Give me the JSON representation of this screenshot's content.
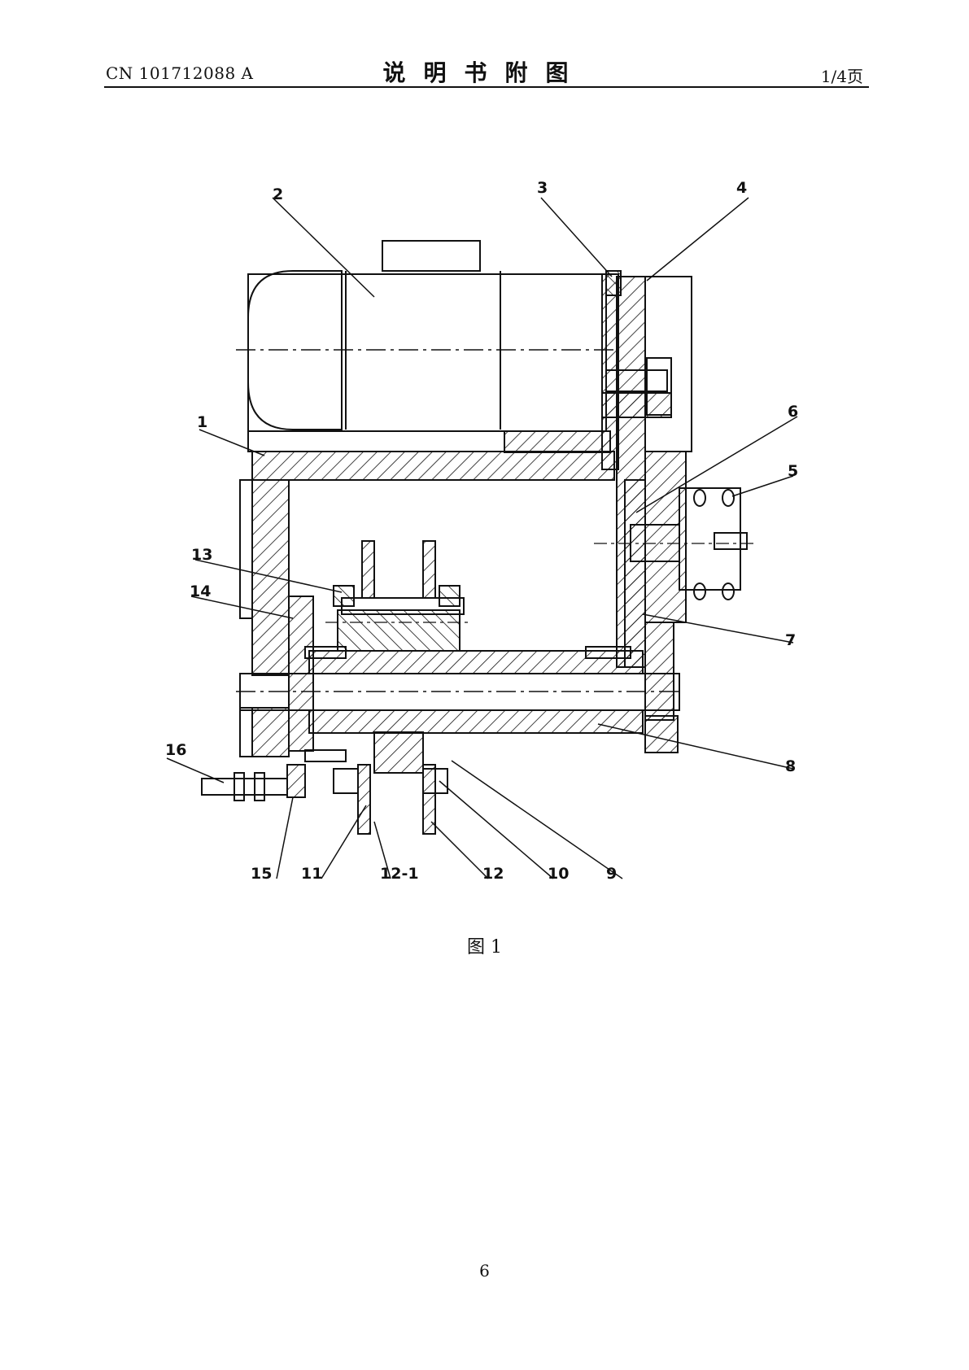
{
  "header": {
    "doc_number": "CN 101712088 A",
    "section_title": "说明书附图",
    "page_of": "1/4页"
  },
  "figure": {
    "caption": "图 1",
    "part_labels": [
      "1",
      "2",
      "3",
      "4",
      "5",
      "6",
      "7",
      "8",
      "9",
      "10",
      "11",
      "12-1",
      "12",
      "13",
      "14",
      "15",
      "16"
    ]
  },
  "footer": {
    "page_number": "6"
  }
}
